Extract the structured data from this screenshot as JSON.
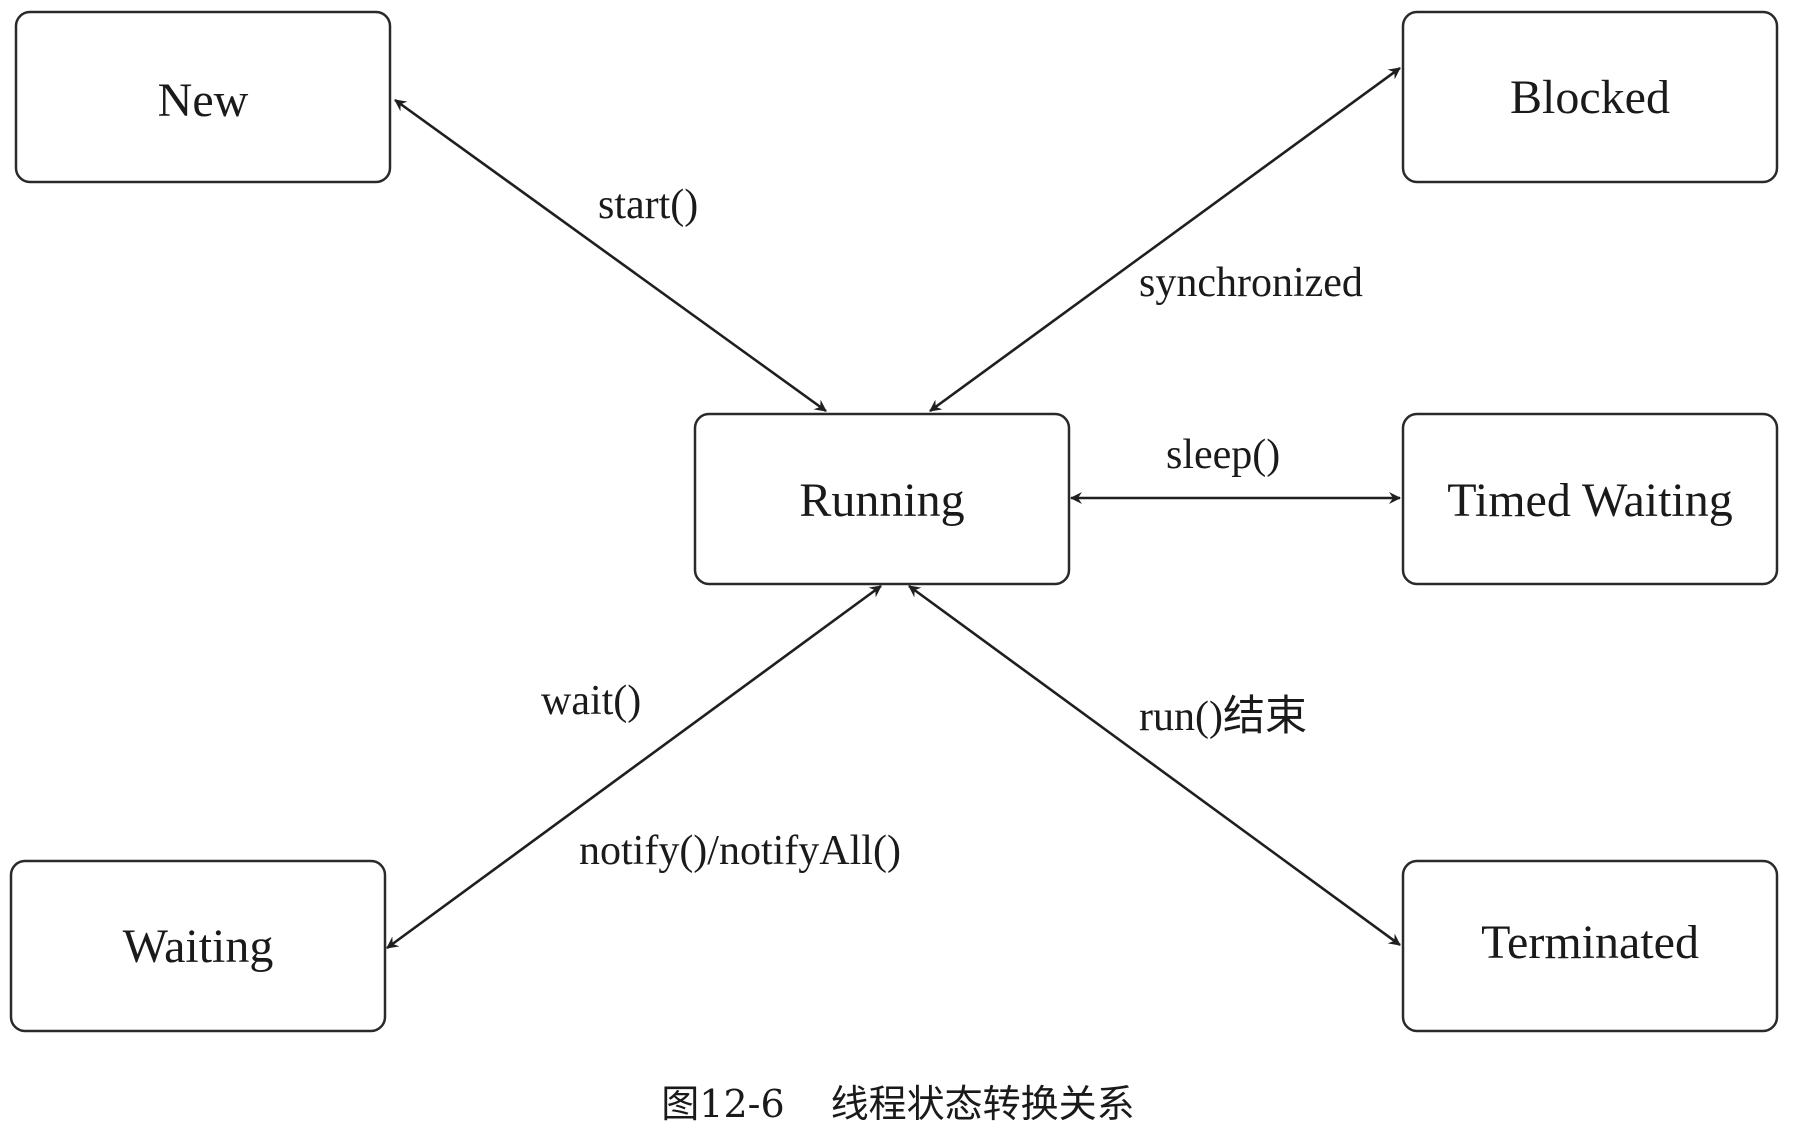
{
  "states": {
    "new": "New",
    "blocked": "Blocked",
    "running": "Running",
    "timed_waiting": "Timed Waiting",
    "waiting": "Waiting",
    "terminated": "Terminated"
  },
  "transitions": {
    "start": "start()",
    "synchronized": "synchronized",
    "sleep": "sleep()",
    "wait": "wait()",
    "notify": "notify()/notifyAll()",
    "run_end": "run()结束"
  },
  "caption": {
    "figure_number": "图12-6",
    "title": "线程状态转换关系"
  },
  "colors": {
    "stroke": "#1f1f1f",
    "box_fill": "#ffffff",
    "text": "#1a1a1a"
  }
}
